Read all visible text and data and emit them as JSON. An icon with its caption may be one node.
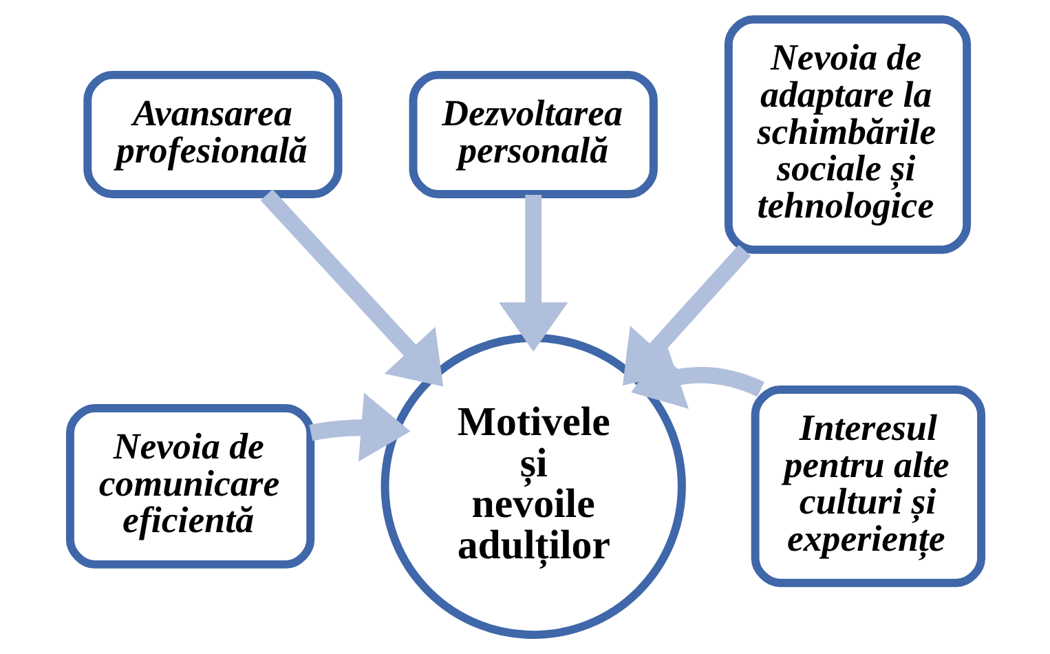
{
  "diagram": {
    "nodes": [
      {
        "text": [
          "Dezvoltarea personală"
        ]
      },
      {
        "text": [
          "Avansarea profesională"
        ]
      },
      {
        "text": [
          "Nevoia de adaptare la schimbările sociale și tehnologice"
        ]
      },
      {
        "text": [
          "Nevoia de comunicare eficientă"
        ]
      },
      {
        "text": [
          "Motivele și nevoile adulților"
        ]
      },
      {
        "text": [
          "Interesul pentru alte culturi și experiențe"
        ]
      }
    ],
    "edges": [
      {
        "from": 0,
        "to": 4,
        "arrow": "to"
      },
      {
        "from": 1,
        "to": 4,
        "arrow": "to"
      },
      {
        "from": 2,
        "to": 4,
        "arrow": "to"
      },
      {
        "from": 3,
        "to": 4,
        "arrow": "to"
      },
      {
        "from": 5,
        "to": 4,
        "arrow": "to"
      }
    ]
  }
}
